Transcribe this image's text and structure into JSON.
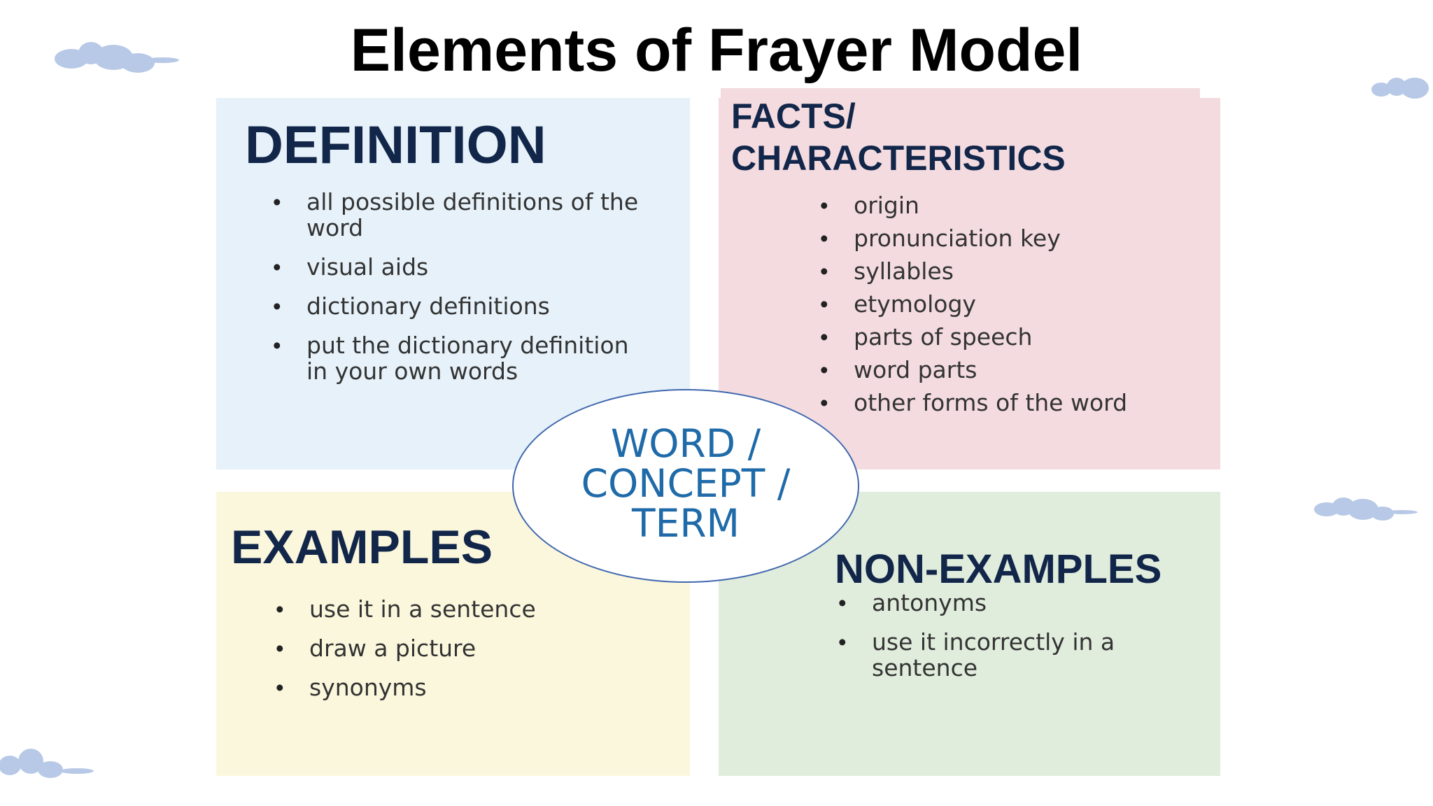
{
  "title": "Elements of Frayer Model",
  "definition": {
    "heading": "DEFINITION",
    "items": [
      "all possible definitions of the word",
      "visual aids",
      "dictionary definitions",
      "put the dictionary definition in your own words"
    ]
  },
  "facts": {
    "heading_line1": "FACTS/",
    "heading_line2": "CHARACTERISTICS",
    "items": [
      "origin",
      "pronunciation key",
      "syllables",
      "etymology",
      "parts of speech",
      "word parts",
      "other forms of the word"
    ]
  },
  "examples": {
    "heading": "EXAMPLES",
    "items": [
      "use it in a sentence",
      "draw a picture",
      "synonyms"
    ]
  },
  "non_examples": {
    "heading": "NON-EXAMPLES",
    "items": [
      "antonyms",
      "use it incorrectly in a sentence"
    ]
  },
  "center": {
    "line1": "WORD /",
    "line2": "CONCEPT /",
    "line3": "TERM"
  },
  "colors": {
    "definition_bg": "#e6f1f9",
    "facts_bg": "#f3dbe0",
    "examples_bg": "#fbf7dd",
    "non_examples_bg": "#e0ecdc",
    "heading_text": "#12264a",
    "center_text": "#1f6aa8",
    "cloud": "#b7c9e6"
  },
  "icons": [
    "cloud-icon"
  ]
}
